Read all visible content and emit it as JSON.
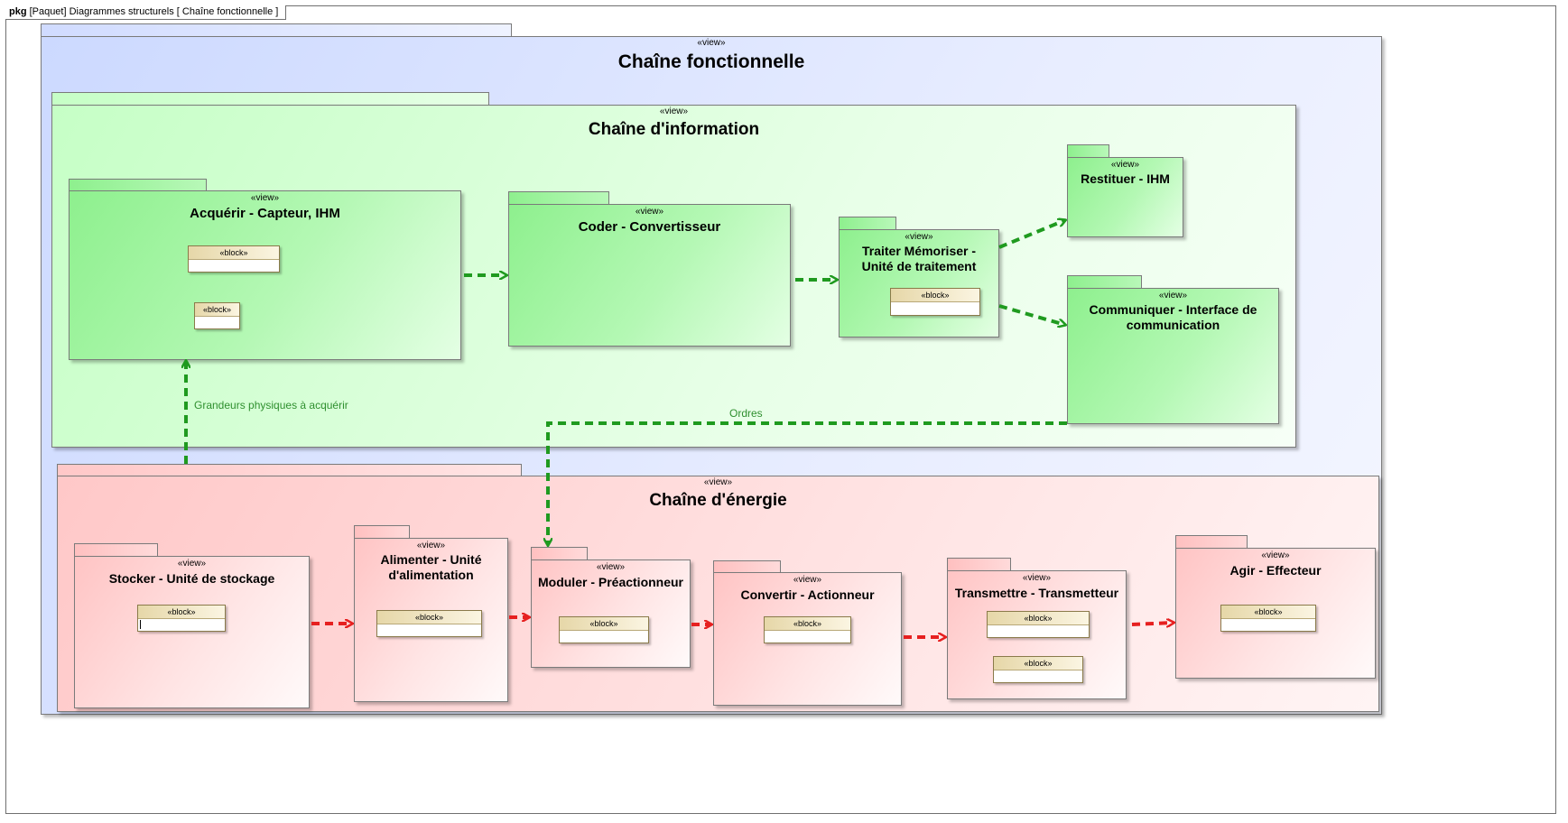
{
  "frame": {
    "keyword": "pkg",
    "title": "[Paquet] Diagrammes structurels [  Chaîne fonctionnelle  ]"
  },
  "stereotypes": {
    "view": "«view»",
    "block": "«block»"
  },
  "colors": {
    "info_arrow": "#1f9a1f",
    "energy_arrow": "#e62020",
    "label_text": "#2f8f2f"
  },
  "packages": {
    "fonctionnelle": {
      "title": "Chaîne fonctionnelle"
    },
    "information": {
      "title": "Chaîne d'information"
    },
    "energie": {
      "title": "Chaîne d'énergie"
    },
    "acquerir": {
      "title": "Acquérir - Capteur, IHM"
    },
    "coder": {
      "title": "Coder - Convertisseur"
    },
    "traiter": {
      "title": "Traiter Mémoriser - Unité de traitement"
    },
    "restituer": {
      "title": "Restituer - IHM"
    },
    "communiquer": {
      "title": "Communiquer - Interface de communication"
    },
    "stocker": {
      "title": "Stocker - Unité de stockage"
    },
    "alimenter": {
      "title": "Alimenter - Unité d'alimentation"
    },
    "moduler": {
      "title": "Moduler - Préactionneur"
    },
    "convertir": {
      "title": "Convertir - Actionneur"
    },
    "transmettre": {
      "title": "Transmettre - Transmetteur"
    },
    "agir": {
      "title": "Agir - Effecteur"
    }
  },
  "link_labels": {
    "grandeurs": "Grandeurs physiques à acquérir",
    "ordres": "Ordres"
  }
}
